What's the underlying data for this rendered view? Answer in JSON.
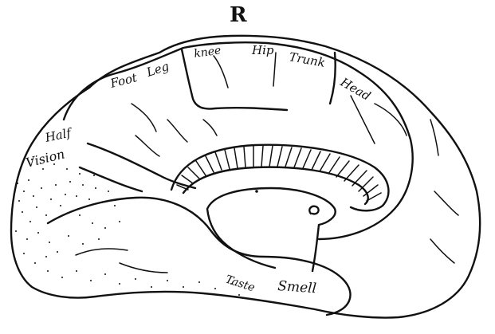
{
  "title": "R",
  "labels": {
    "foot": "Foot",
    "leg": "Leg",
    "knee": "knee",
    "hip": "Hip",
    "trunk": "Trunk",
    "head": "Head",
    "half": "Half",
    "vision": "Vision",
    "taste": "Taste",
    "smell": "Smell"
  }
}
